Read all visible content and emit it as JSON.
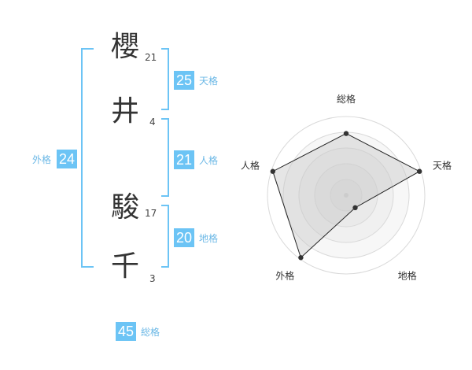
{
  "colors": {
    "accent": "#6cc4f5",
    "label": "#6cb8e6",
    "text": "#333333"
  },
  "name": {
    "characters": [
      {
        "char": "櫻",
        "strokes": "21"
      },
      {
        "char": "井",
        "strokes": "4"
      },
      {
        "char": "駿",
        "strokes": "17"
      },
      {
        "char": "千",
        "strokes": "3"
      }
    ]
  },
  "fortunes": {
    "tenkaku": {
      "value": "25",
      "label": "天格"
    },
    "jinkaku": {
      "value": "21",
      "label": "人格"
    },
    "chikaku": {
      "value": "20",
      "label": "地格"
    },
    "gaikaku": {
      "value": "24",
      "label": "外格"
    },
    "soukaku": {
      "value": "45",
      "label": "総格"
    }
  },
  "chart_data": {
    "type": "radar",
    "axes": [
      "総格",
      "天格",
      "地格",
      "外格",
      "人格"
    ],
    "values": [
      4,
      5,
      1,
      5,
      5
    ],
    "range": [
      0,
      5
    ],
    "rings": 5
  }
}
